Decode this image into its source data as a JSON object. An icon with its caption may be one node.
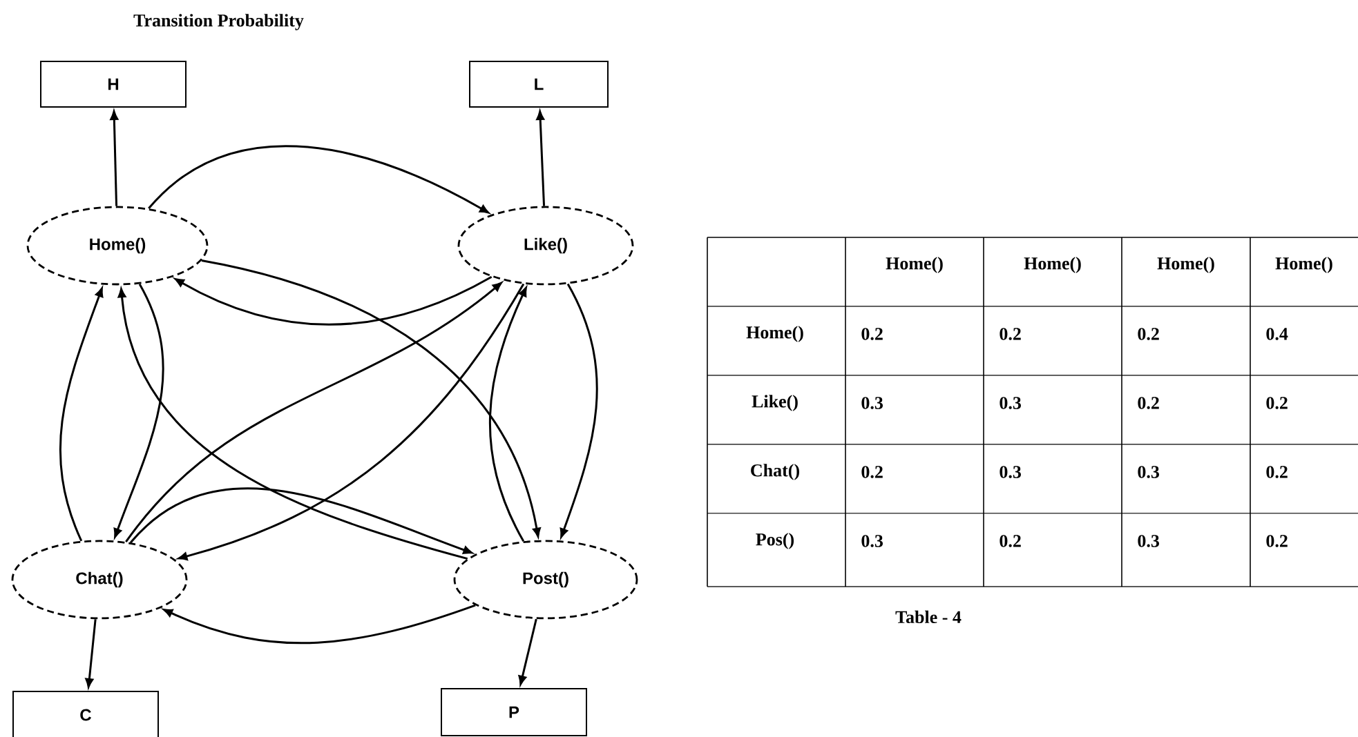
{
  "diagram": {
    "title": "Transition Probability",
    "caption": "Table - 4",
    "nodes": [
      {
        "text": [
          "H"
        ]
      },
      {
        "text": [
          "L"
        ]
      },
      {
        "text": [
          "Home()"
        ]
      },
      {
        "text": [
          "Like()"
        ]
      },
      {
        "text": [
          "Chat()"
        ]
      },
      {
        "text": [
          "Post()"
        ]
      },
      {
        "text": [
          "C"
        ]
      },
      {
        "text": [
          "P"
        ]
      }
    ],
    "edges": [
      {
        "from": 2,
        "to": 0,
        "arrow": "to"
      },
      {
        "from": 3,
        "to": 1,
        "arrow": "to"
      },
      {
        "from": 4,
        "to": 6,
        "arrow": "to"
      },
      {
        "from": 5,
        "to": 7,
        "arrow": "to"
      },
      {
        "from": 2,
        "to": 4,
        "arrow": "to"
      },
      {
        "from": 4,
        "to": 2,
        "arrow": "to"
      },
      {
        "from": 3,
        "to": 5,
        "arrow": "to"
      },
      {
        "from": 5,
        "to": 3,
        "arrow": "to"
      },
      {
        "from": 2,
        "to": 3,
        "arrow": "to"
      },
      {
        "from": 3,
        "to": 2,
        "arrow": "to"
      },
      {
        "from": 4,
        "to": 3,
        "arrow": "to"
      },
      {
        "from": 3,
        "to": 4,
        "arrow": "to"
      },
      {
        "from": 2,
        "to": 5,
        "arrow": "to"
      },
      {
        "from": 5,
        "to": 2,
        "arrow": "to"
      },
      {
        "from": 4,
        "to": 5,
        "arrow": "to"
      },
      {
        "from": 5,
        "to": 4,
        "arrow": "to"
      }
    ],
    "labels": [
      "Home()",
      "Home()",
      "Home()",
      "Home()",
      "Home()",
      "0.2",
      "0.2",
      "0.2",
      "0.4",
      "Like()",
      "0.3",
      "0.3",
      "0.2",
      "0.2",
      "Chat()",
      "0.2",
      "0.3",
      "0.3",
      "0.2",
      "Pos()",
      "0.3",
      "0.2",
      "0.3",
      "0.2"
    ]
  }
}
